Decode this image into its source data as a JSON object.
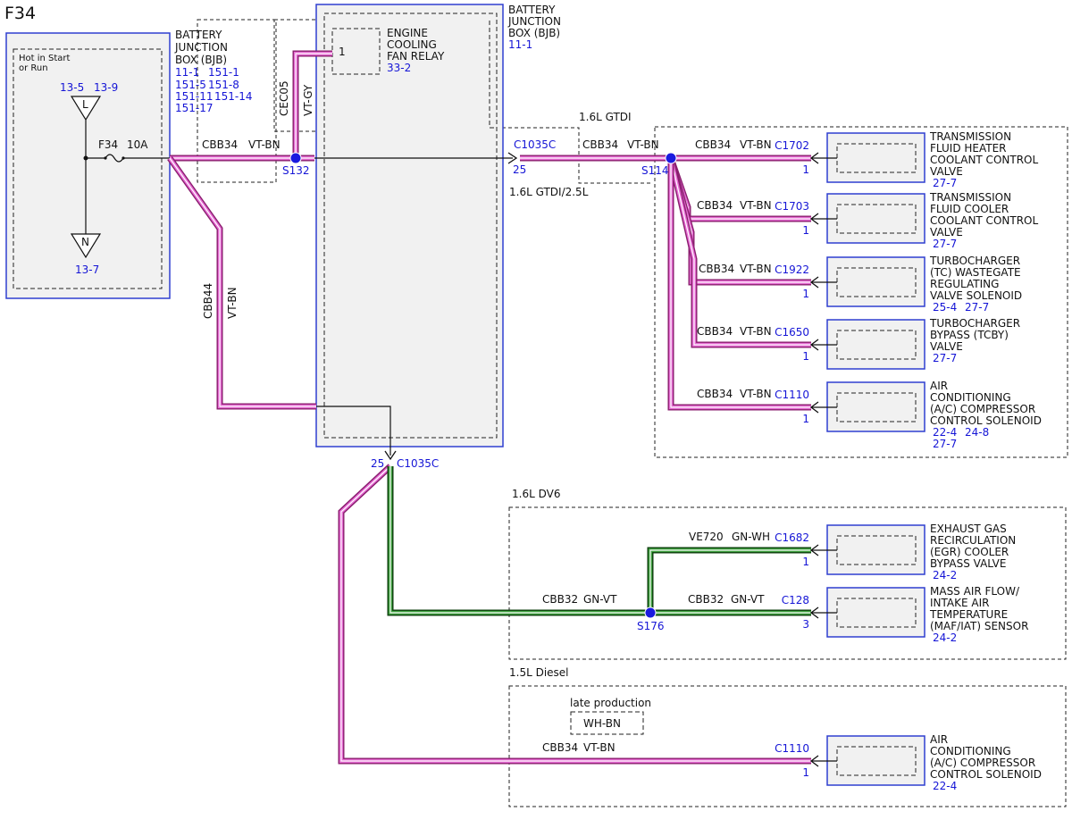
{
  "title": "F34",
  "colors": {
    "wire_vt": "#e56bd3",
    "wire_gn": "#3ea03e",
    "blue_text": "#1515d6",
    "box_border": "#2f3fd0"
  },
  "bjb_left": {
    "hot_label": [
      "Hot in Start",
      "or Run"
    ],
    "name": [
      "BATTERY",
      "JUNCTION",
      "BOX (BJB)"
    ],
    "refs": [
      "11-1",
      "151-1",
      "151-5",
      "151-8",
      "151-11",
      "151-14",
      "151-17"
    ],
    "fuse": "F34",
    "amps": "10A",
    "l_refs": [
      "13-5",
      "13-9"
    ],
    "l_letter": "L",
    "n_letter": "N",
    "n_ref": "13-7"
  },
  "bjb_right": {
    "name": [
      "BATTERY",
      "JUNCTION",
      "BOX (BJB)"
    ],
    "ref": "11-1"
  },
  "relay": {
    "pin": "1",
    "name": [
      "ENGINE",
      "COOLING",
      "FAN RELAY"
    ],
    "ref": "33-2"
  },
  "wires": {
    "cbb34": "CBB34",
    "vt_bn": "VT-BN",
    "cec05": "CEC05",
    "vt_gy": "VT-GY",
    "cbb44": "CBB44",
    "cbb32": "CBB32",
    "gn_vt": "GN-VT",
    "ve720": "VE720",
    "gn_wh": "GN-WH",
    "wh_bn": "WH-BN"
  },
  "splices": {
    "s132": "S132",
    "s114": "S114",
    "s176": "S176"
  },
  "connectors": {
    "c1035c": "C1035C",
    "c1035c_pin": "25"
  },
  "groups": {
    "gtdi": "1.6L GTDI",
    "gtdi25": "1.6L GTDI/2.5L",
    "dv6": "1.6L DV6",
    "diesel": "1.5L Diesel",
    "late": "late production"
  },
  "components": [
    {
      "conn": "C1702",
      "pin": "1",
      "name": [
        "TRANSMISSION",
        "FLUID HEATER",
        "COOLANT CONTROL",
        "VALVE"
      ],
      "refs": [
        "27-7"
      ]
    },
    {
      "conn": "C1703",
      "pin": "1",
      "name": [
        "TRANSMISSION",
        "FLUID COOLER",
        "COOLANT CONTROL",
        "VALVE"
      ],
      "refs": [
        "27-7"
      ]
    },
    {
      "conn": "C1922",
      "pin": "1",
      "name": [
        "TURBOCHARGER",
        "(TC) WASTEGATE",
        "REGULATING",
        "VALVE SOLENOID"
      ],
      "refs": [
        "25-4",
        "27-7"
      ]
    },
    {
      "conn": "C1650",
      "pin": "1",
      "name": [
        "TURBOCHARGER",
        "BYPASS (TCBY)",
        "VALVE"
      ],
      "refs": [
        "27-7"
      ]
    },
    {
      "conn": "C1110",
      "pin": "1",
      "name": [
        "AIR",
        "CONDITIONING",
        "(A/C) COMPRESSOR",
        "CONTROL SOLENOID"
      ],
      "refs": [
        "22-4",
        "24-8",
        "27-7"
      ]
    },
    {
      "conn": "C1682",
      "pin": "1",
      "name": [
        "EXHAUST GAS",
        "RECIRCULATION",
        "(EGR) COOLER",
        "BYPASS VALVE"
      ],
      "refs": [
        "24-2"
      ]
    },
    {
      "conn": "C128",
      "pin": "3",
      "name": [
        "MASS AIR FLOW/",
        "INTAKE AIR",
        "TEMPERATURE",
        "(MAF/IAT) SENSOR"
      ],
      "refs": [
        "24-2"
      ]
    },
    {
      "conn": "C1110",
      "pin": "1",
      "name": [
        "AIR",
        "CONDITIONING",
        "(A/C) COMPRESSOR",
        "CONTROL SOLENOID"
      ],
      "refs": [
        "22-4"
      ]
    }
  ]
}
